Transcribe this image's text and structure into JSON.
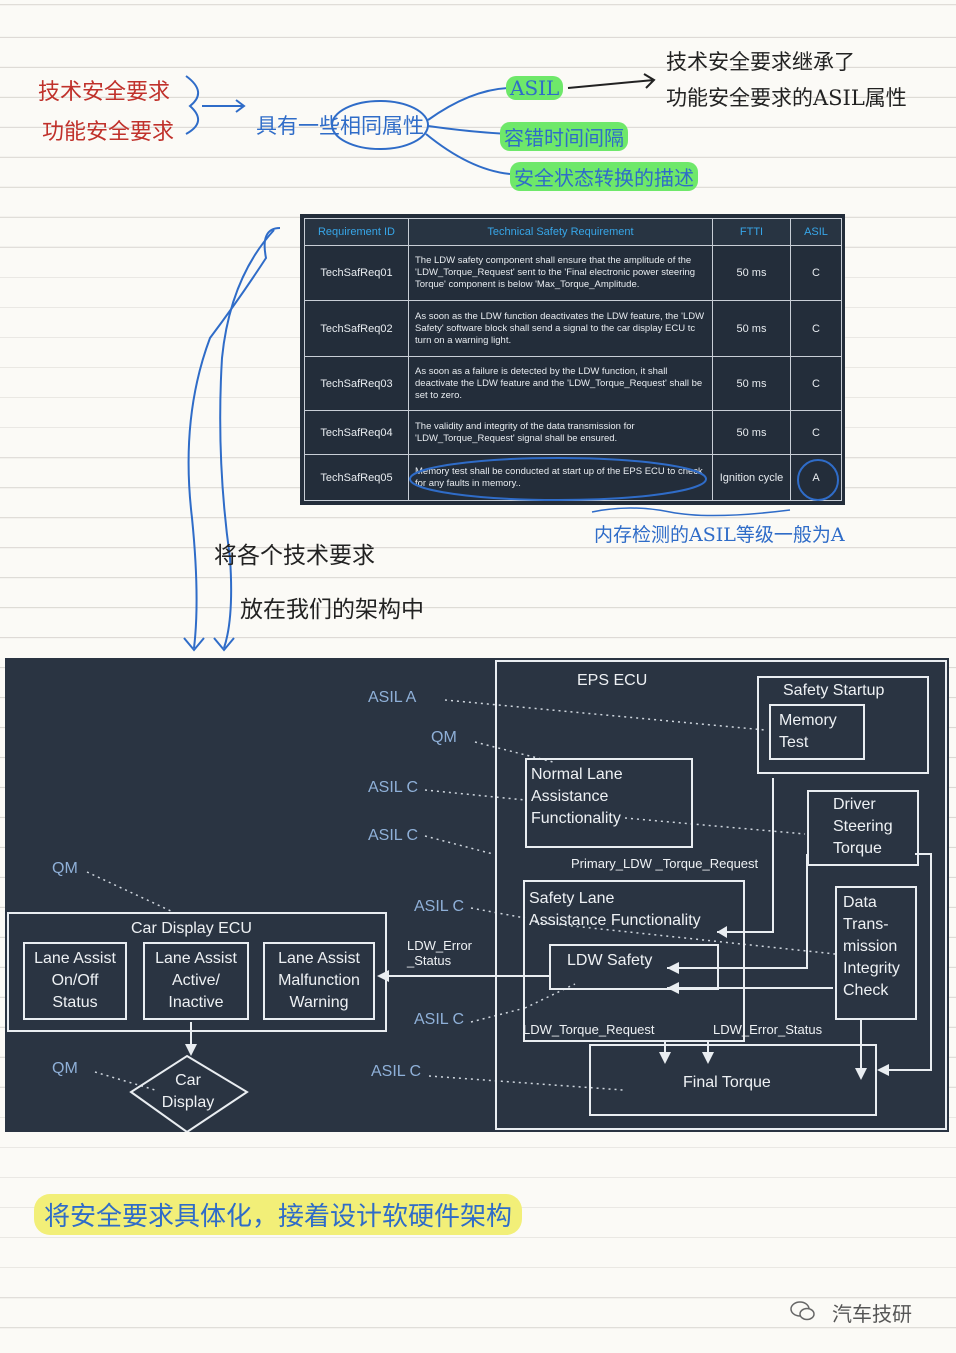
{
  "notes": {
    "tsr_label": "技术安全要求",
    "fsr_label": "功能安全要求",
    "common_attr": "具有一些相同属性",
    "attr_asil": "ASIL",
    "attr_ftti": "容错时间间隔",
    "attr_safe_state": "安全状态转换的描述",
    "inherit_line1": "技术安全要求继承了",
    "inherit_line2": "功能安全要求的ASIL属性",
    "memory_note": "内存检测的ASIL等级一般为A",
    "place_line1": "将各个技术要求",
    "place_line2": "放在我们的架构中",
    "bottom_note": "将安全要求具体化，接着设计软硬件架构",
    "watermark": "汽车技研"
  },
  "table": {
    "headers": [
      "Requirement ID",
      "Technical Safety Requirement",
      "FTTI",
      "ASIL"
    ],
    "rows": [
      {
        "id": "TechSafReq01",
        "text": "The LDW safety component shall ensure that the amplitude of the 'LDW_Torque_Request' sent to the 'Final electronic power steering Torque' component is below 'Max_Torque_Amplitude.",
        "ftti": "50 ms",
        "asil": "C"
      },
      {
        "id": "TechSafReq02",
        "text": "As soon as the LDW function deactivates the LDW feature, the 'LDW Safety' software block shall send a signal to the car display ECU tc turn on a warning light.",
        "ftti": "50 ms",
        "asil": "C"
      },
      {
        "id": "TechSafReq03",
        "text": "As soon as a failure is detected by the LDW function, it shall deactivate the LDW feature and the 'LDW_Torque_Request' shall be set to zero.",
        "ftti": "50 ms",
        "asil": "C"
      },
      {
        "id": "TechSafReq04",
        "text": "The validity and integrity of the data transmission for 'LDW_Torque_Request' signal shall be ensured.",
        "ftti": "50 ms",
        "asil": "C"
      },
      {
        "id": "TechSafReq05",
        "text": "Memory test shall be conducted at start up of the EPS ECU to check for any faults in memory..",
        "ftti": "Ignition cycle",
        "asil": "A"
      }
    ]
  },
  "diagram": {
    "eps_ecu": "EPS ECU",
    "safety_startup": "Safety Startup",
    "memory_test": "Memory\nTest",
    "normal_lane": "Normal Lane\nAssistance\nFunctionality",
    "driver_steering": "Driver\nSteering\nTorque",
    "primary_signal": "Primary_LDW _Torque_Request",
    "safety_lane": "Safety Lane\nAssistance Functionality",
    "ldw_safety": "LDW Safety",
    "data_integrity": "Data\nTrans-\nmission\nIntegrity\nCheck",
    "ldw_torque_req": "LDW_Torque_Request",
    "ldw_error_status": "LDW_Error_Status",
    "final_torque": "Final Torque",
    "car_display_ecu": "Car Display ECU",
    "lane_onoff": "Lane Assist\nOn/Off\nStatus",
    "lane_active": "Lane Assist\nActive/\nInactive",
    "lane_malfunction": "Lane Assist\nMalfunction\nWarning",
    "ldw_error_left": "LDW_Error\n_Status",
    "car_display": "Car\nDisplay",
    "labels": {
      "asil_a": "ASIL A",
      "qm_1": "QM",
      "asil_c_1": "ASIL C",
      "asil_c_2": "ASIL C",
      "qm_2": "QM",
      "asil_c_3": "ASIL C",
      "asil_c_4": "ASIL C",
      "qm_3": "QM",
      "asil_c_5": "ASIL C"
    }
  }
}
